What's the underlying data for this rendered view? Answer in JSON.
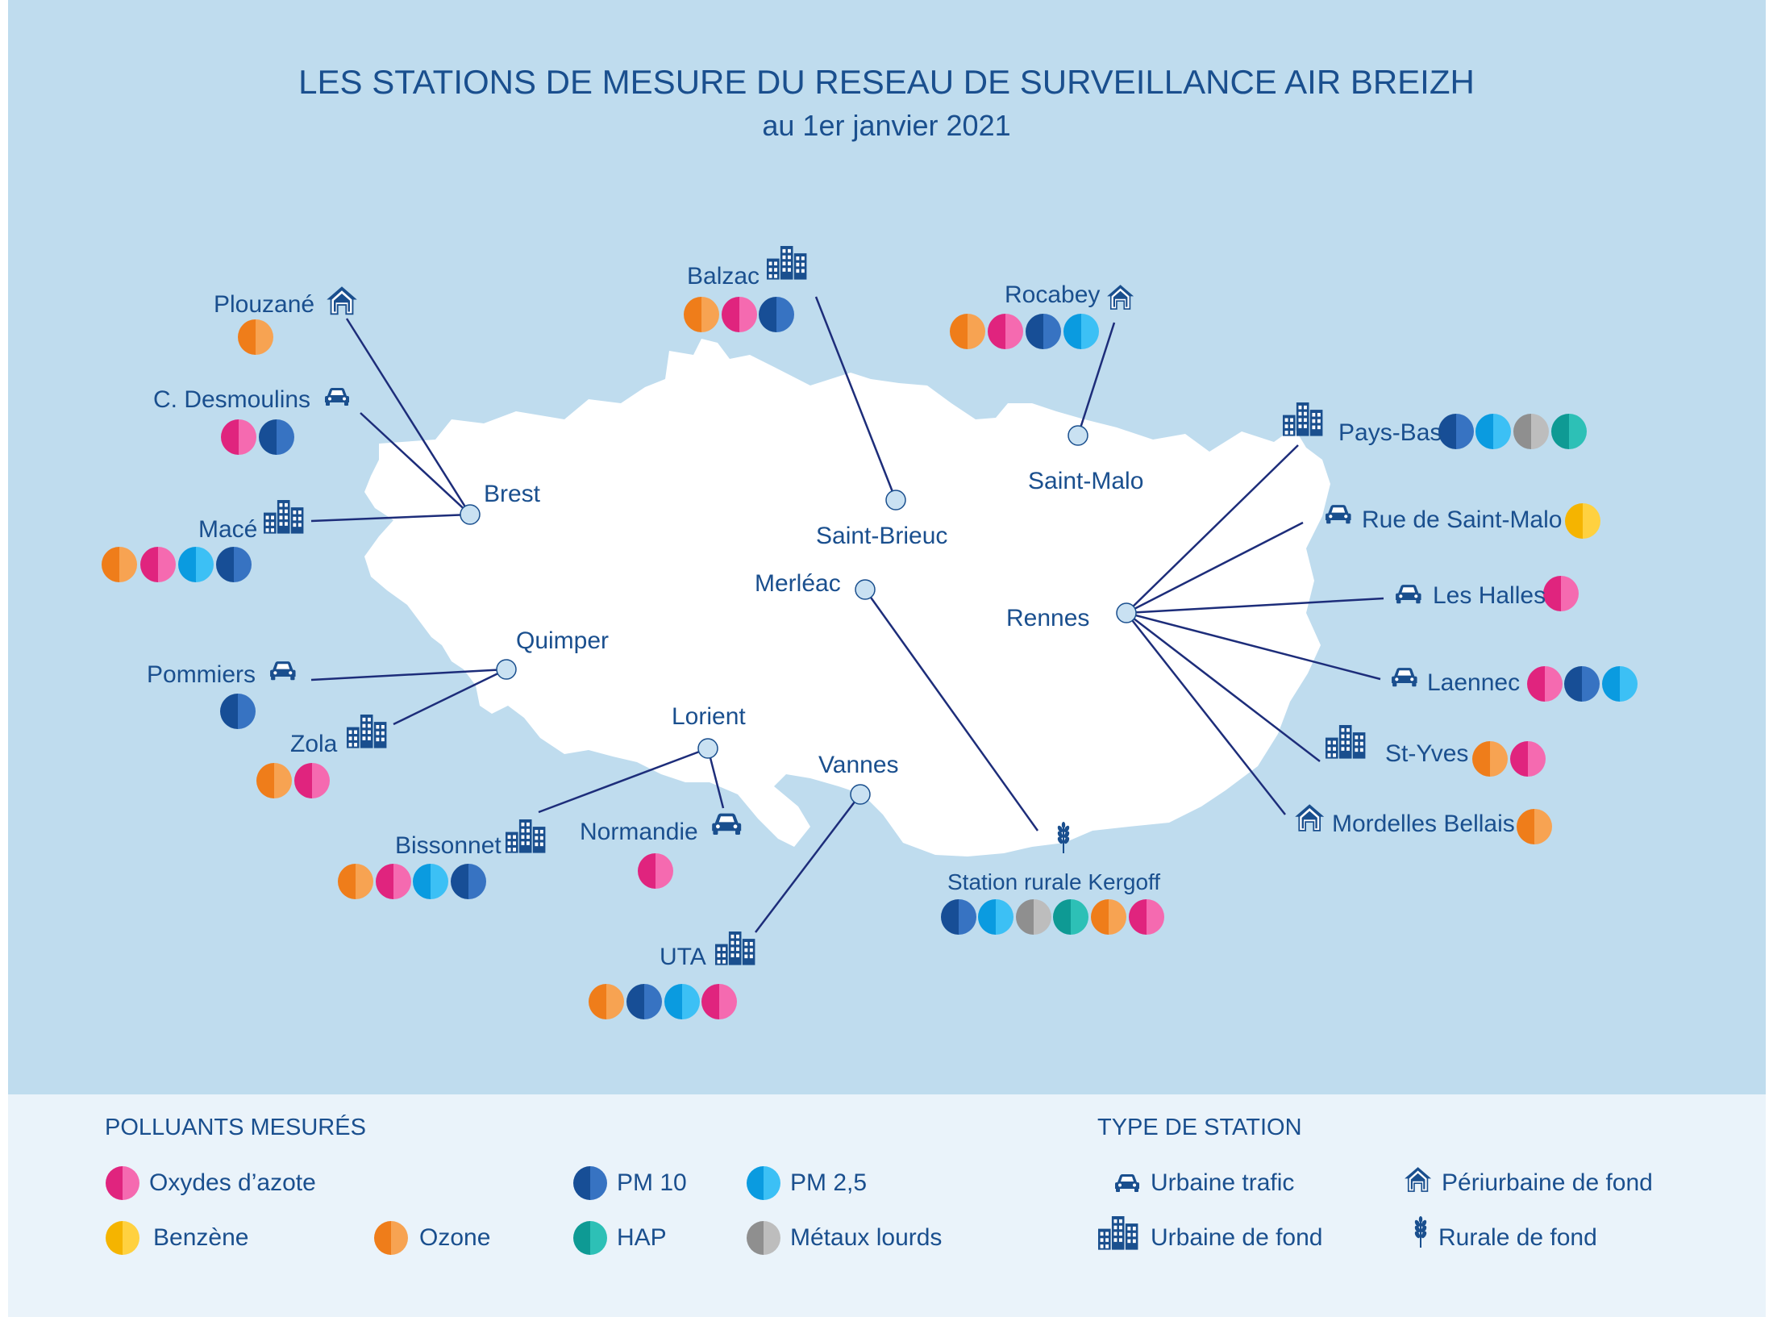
{
  "header": {
    "title": "LES STATIONS DE MESURE DU RESEAU DE SURVEILLANCE AIR BREIZH",
    "subtitle": "au 1er janvier 2021"
  },
  "colors": {
    "sea": "#bfdcee",
    "land": "#ffffff",
    "text": "#1a4f8e",
    "line": "#1d2d7a",
    "legend_bg": "#eaf3fa"
  },
  "pollutants": [
    {
      "key": "nox",
      "label": "Oxydes d’azote",
      "dark": "#e0247e",
      "light": "#f56ab0"
    },
    {
      "key": "pm10",
      "label": "PM 10",
      "dark": "#174e96",
      "light": "#3773c2"
    },
    {
      "key": "pm25",
      "label": "PM 2,5",
      "dark": "#0a9be0",
      "light": "#3cc0f5"
    },
    {
      "key": "benzene",
      "label": "Benzène",
      "dark": "#f5b400",
      "light": "#ffd140"
    },
    {
      "key": "ozone",
      "label": "Ozone",
      "dark": "#ef7d1a",
      "light": "#f7a352"
    },
    {
      "key": "hap",
      "label": "HAP",
      "dark": "#0e9a94",
      "light": "#2dc0b6"
    },
    {
      "key": "metaux",
      "label": "Métaux lourds",
      "dark": "#8f8f8f",
      "light": "#bdbdbd"
    }
  ],
  "legend": {
    "pollutants_title": "POLLUANTS MESURÉS",
    "station_type_title": "TYPE DE STATION",
    "station_types": [
      {
        "key": "trafic",
        "label": "Urbaine trafic",
        "icon": "car-icon"
      },
      {
        "key": "peri",
        "label": "Périurbaine de fond",
        "icon": "house-icon"
      },
      {
        "key": "urbaine",
        "label": "Urbaine de fond",
        "icon": "buildings-icon"
      },
      {
        "key": "rurale",
        "label": "Rurale de fond",
        "icon": "wheat-icon"
      }
    ]
  },
  "cities": [
    {
      "name": "Brest",
      "id": "brest"
    },
    {
      "name": "Saint-Brieuc",
      "id": "saint-brieuc"
    },
    {
      "name": "Saint-Malo",
      "id": "saint-malo"
    },
    {
      "name": "Merléac",
      "id": "merleac"
    },
    {
      "name": "Rennes",
      "id": "rennes"
    },
    {
      "name": "Quimper",
      "id": "quimper"
    },
    {
      "name": "Lorient",
      "id": "lorient"
    },
    {
      "name": "Vannes",
      "id": "vannes"
    }
  ],
  "stations": [
    {
      "name": "Plouzané",
      "type": "peri",
      "city": "brest",
      "pollutants": [
        "ozone"
      ]
    },
    {
      "name": "C. Desmoulins",
      "type": "trafic",
      "city": "brest",
      "pollutants": [
        "nox",
        "pm10"
      ]
    },
    {
      "name": "Macé",
      "type": "urbaine",
      "city": "brest",
      "pollutants": [
        "ozone",
        "nox",
        "pm25",
        "pm10"
      ]
    },
    {
      "name": "Balzac",
      "type": "urbaine",
      "city": "saint-brieuc",
      "pollutants": [
        "ozone",
        "nox",
        "pm10"
      ]
    },
    {
      "name": "Rocabey",
      "type": "peri",
      "city": "saint-malo",
      "pollutants": [
        "ozone",
        "nox",
        "pm10",
        "pm25"
      ]
    },
    {
      "name": "Pays-Bas",
      "type": "urbaine",
      "city": "rennes",
      "pollutants": [
        "pm10",
        "pm25",
        "metaux",
        "hap"
      ]
    },
    {
      "name": "Rue de Saint-Malo",
      "type": "trafic",
      "city": "rennes",
      "pollutants": [
        "benzene"
      ]
    },
    {
      "name": "Les Halles",
      "type": "trafic",
      "city": "rennes",
      "pollutants": [
        "nox"
      ]
    },
    {
      "name": "Laennec",
      "type": "trafic",
      "city": "rennes",
      "pollutants": [
        "nox",
        "pm10",
        "pm25"
      ]
    },
    {
      "name": "St-Yves",
      "type": "urbaine",
      "city": "rennes",
      "pollutants": [
        "ozone",
        "nox"
      ]
    },
    {
      "name": "Mordelles Bellais",
      "type": "peri",
      "city": "rennes",
      "pollutants": [
        "ozone"
      ]
    },
    {
      "name": "Pommiers",
      "type": "trafic",
      "city": "quimper",
      "pollutants": [
        "pm10"
      ]
    },
    {
      "name": "Zola",
      "type": "urbaine",
      "city": "quimper",
      "pollutants": [
        "ozone",
        "nox"
      ]
    },
    {
      "name": "Bissonnet",
      "type": "urbaine",
      "city": "lorient",
      "pollutants": [
        "ozone",
        "nox",
        "pm25",
        "pm10"
      ]
    },
    {
      "name": "Normandie",
      "type": "trafic",
      "city": "lorient",
      "pollutants": [
        "nox"
      ]
    },
    {
      "name": "UTA",
      "type": "urbaine",
      "city": "vannes",
      "pollutants": [
        "ozone",
        "pm10",
        "pm25",
        "nox"
      ]
    },
    {
      "name": "Station rurale Kergoff",
      "type": "rurale",
      "city": "merleac",
      "pollutants": [
        "pm10",
        "pm25",
        "metaux",
        "hap",
        "ozone",
        "nox"
      ]
    }
  ]
}
